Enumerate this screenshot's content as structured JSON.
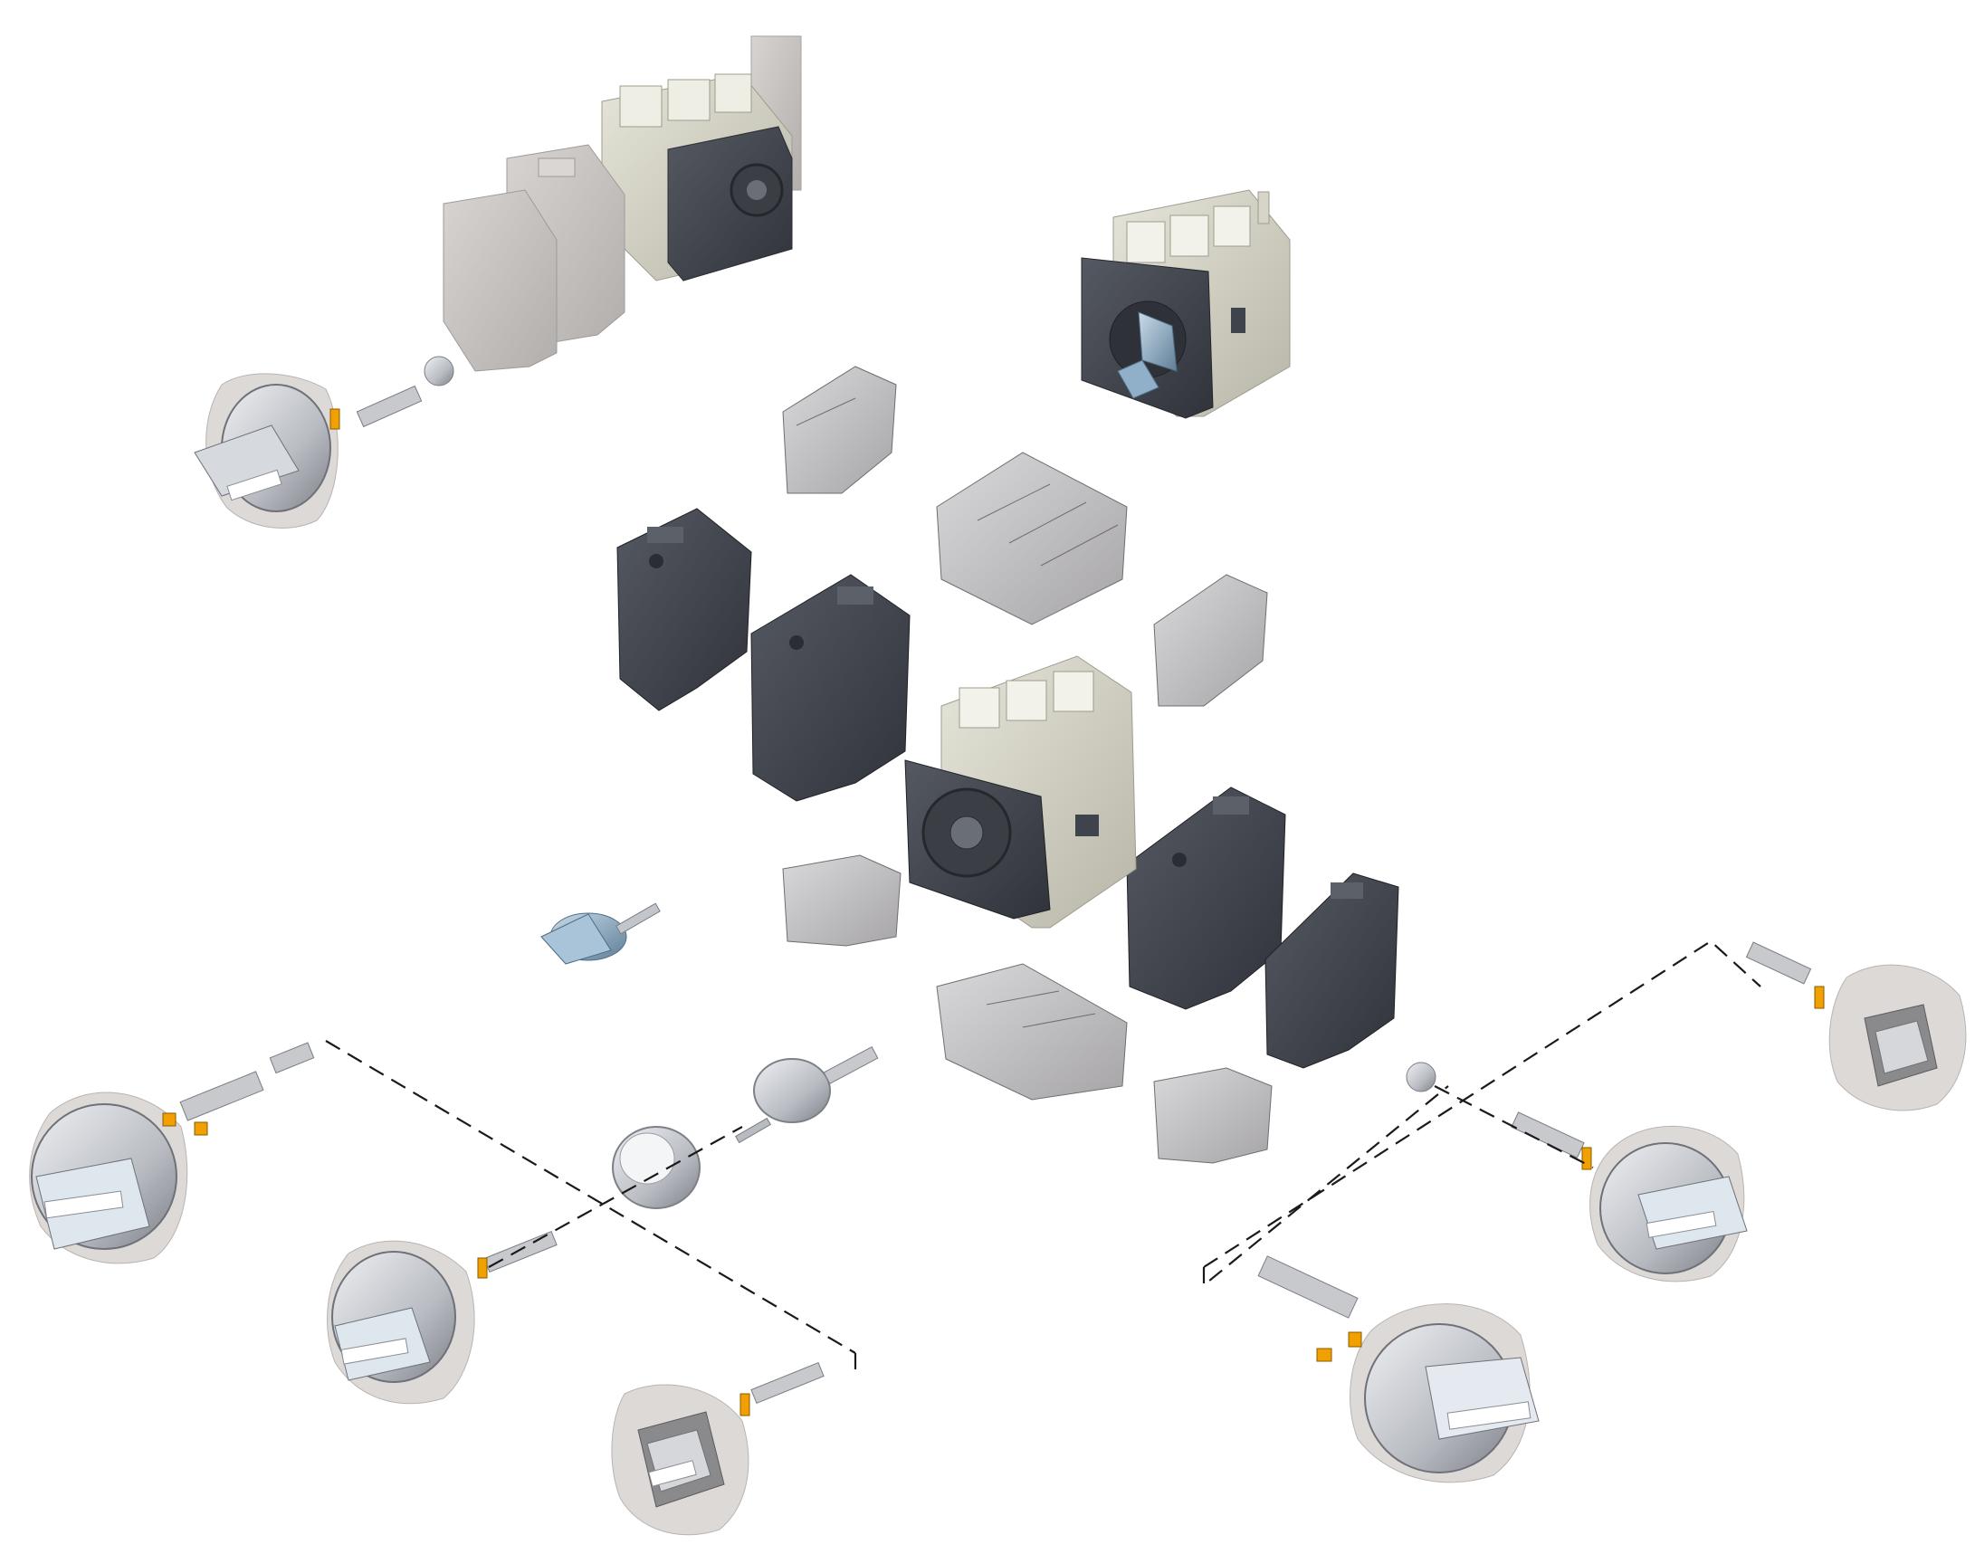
{
  "colors": {
    "background": "#ffffff",
    "body_light": "#d6d5c7",
    "body_light_shade": "#b9b8aa",
    "ghost": "#c9c6c4",
    "ghost_shade": "#aeaaa8",
    "dark_module": "#3f434b",
    "dark_module_face": "#4a4e57",
    "dark_module_edge": "#2a2d33",
    "shroud": "#b8b6b8",
    "shroud_edge": "#8e8c8e",
    "handle_silver": "#b5b8bd",
    "handle_face": "#e6e8ec",
    "panel_plate": "#d9d7d6",
    "accent_orange": "#f0a000",
    "accent_blue": "#8fb0c8",
    "dashed_line": "#1a1a1a"
  },
  "parts": [
    "ghost-switch-top",
    "ghost-aux-contact-1",
    "ghost-aux-contact-2",
    "switch-with-handle",
    "switch-center",
    "aux-contact-left-1",
    "aux-contact-left-2",
    "aux-contact-right-1",
    "aux-contact-right-2",
    "terminal-shroud-single-top",
    "terminal-shroud-triple-top",
    "terminal-shroud-single-right",
    "terminal-shroud-single-bottom-left",
    "terminal-shroud-triple-bottom",
    "terminal-shroud-single-bottom-right",
    "rotary-handle-top-left",
    "handle-left-lockable",
    "handle-left-mid",
    "handle-left-bottom",
    "handle-right-top",
    "handle-right-mid",
    "handle-right-lockable",
    "knob-blue",
    "adapter-ring",
    "shaft-coupler"
  ]
}
